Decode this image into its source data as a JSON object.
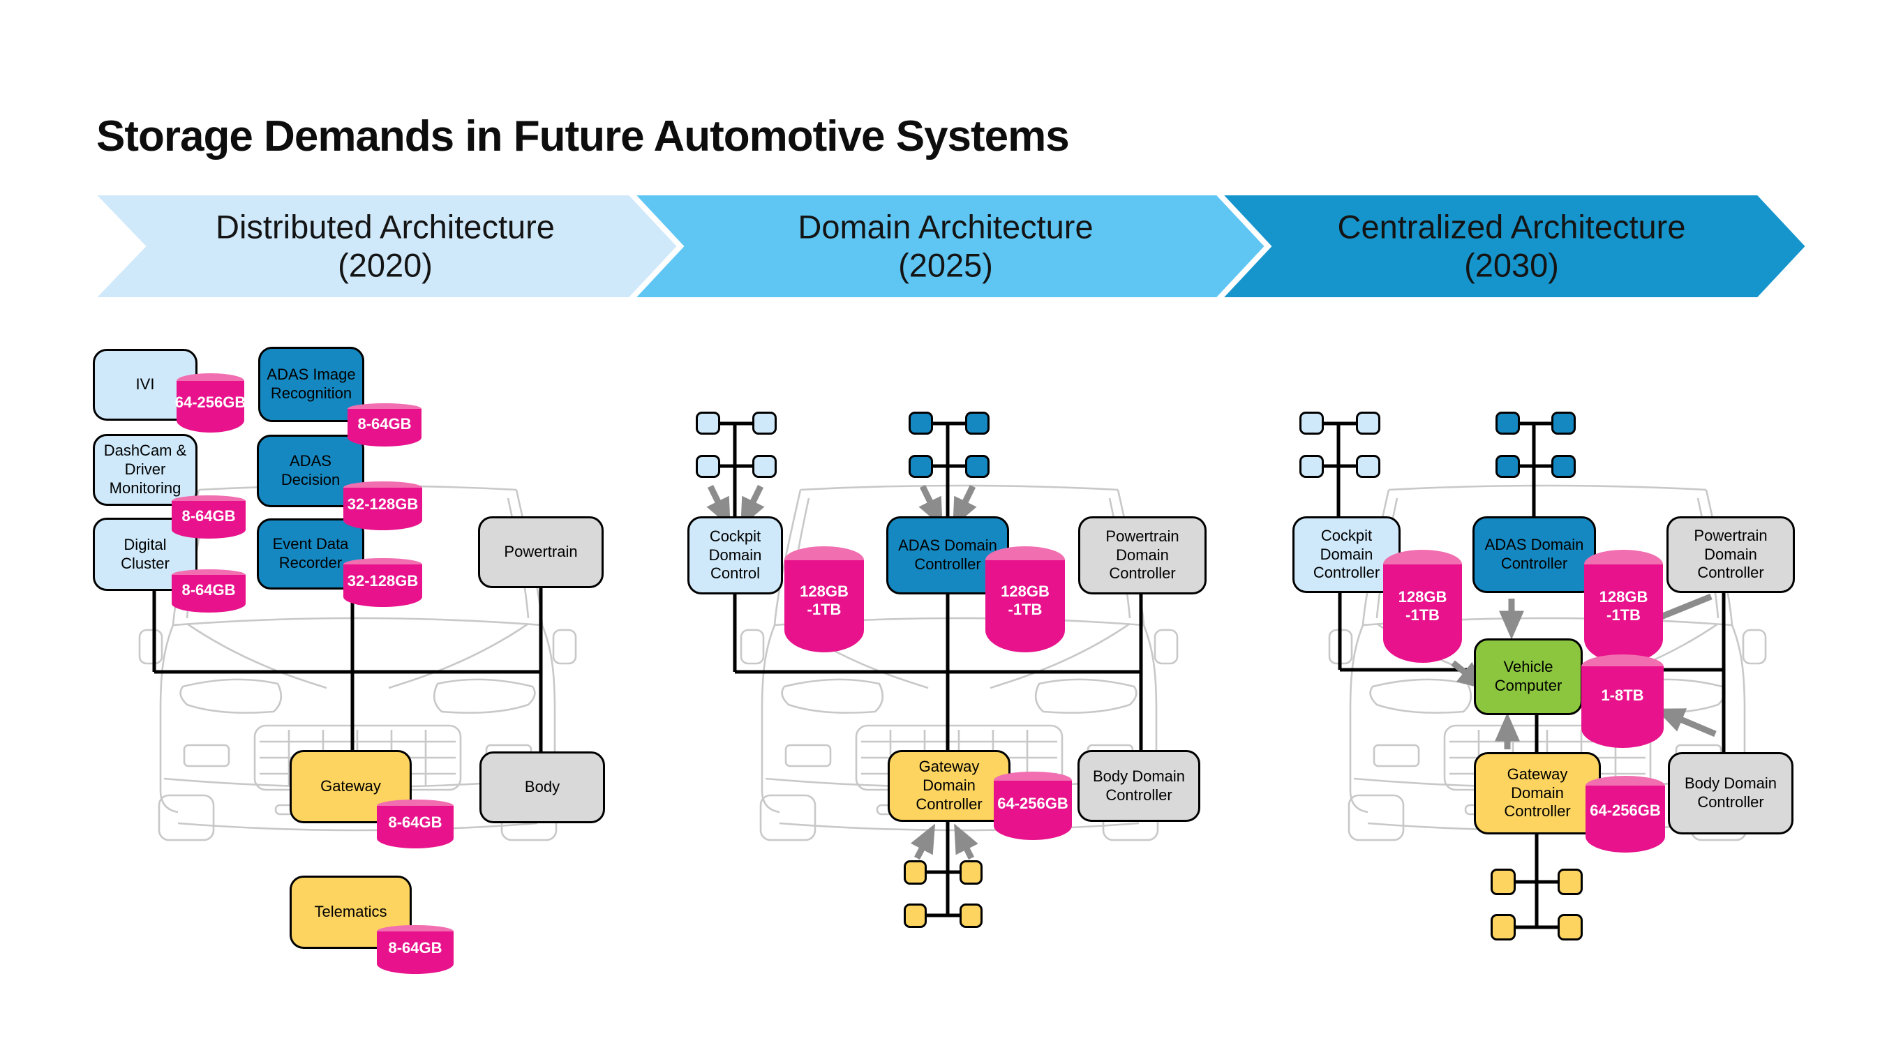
{
  "title": "Storage Demands in Future Automotive Systems",
  "phases": [
    {
      "label": "Distributed Architecture",
      "year": "(2020)"
    },
    {
      "label": "Domain Architecture",
      "year": "(2025)"
    },
    {
      "label": "Centralized Architecture",
      "year": "(2030)"
    }
  ],
  "panels": {
    "distributed": {
      "ivi": {
        "label": "IVI",
        "storage": "64-256GB"
      },
      "adas_image": {
        "label": "ADAS Image Recognition",
        "storage": "8-64GB"
      },
      "dashcam": {
        "label": "DashCam & Driver Monitoring",
        "storage": "8-64GB"
      },
      "adas_decision": {
        "label": "ADAS Decision",
        "storage": "32-128GB"
      },
      "digital_cluster": {
        "label": "Digital Cluster",
        "storage": "8-64GB"
      },
      "edr": {
        "label": "Event Data Recorder",
        "storage": "32-128GB"
      },
      "powertrain": {
        "label": "Powertrain"
      },
      "gateway": {
        "label": "Gateway",
        "storage": "8-64GB"
      },
      "body": {
        "label": "Body"
      },
      "telematics": {
        "label": "Telematics",
        "storage": "8-64GB"
      }
    },
    "domain": {
      "cockpit": {
        "label": "Cockpit Domain Control",
        "storage": "128GB\n-1TB"
      },
      "adas": {
        "label": "ADAS Domain Controller",
        "storage": "128GB\n-1TB"
      },
      "powertrain": {
        "label": "Powertrain Domain Controller"
      },
      "gateway": {
        "label": "Gateway Domain Controller",
        "storage": "64-256GB"
      },
      "body": {
        "label": "Body Domain Controller"
      }
    },
    "centralized": {
      "cockpit": {
        "label": "Cockpit Domain Controller",
        "storage": "128GB\n-1TB"
      },
      "adas": {
        "label": "ADAS Domain Controller",
        "storage": "128GB\n-1TB"
      },
      "powertrain": {
        "label": "Powertrain Domain Controller"
      },
      "vehicle_computer": {
        "label": "Vehicle Computer",
        "storage": "1-8TB"
      },
      "gateway": {
        "label": "Gateway Domain Controller",
        "storage": "64-256GB"
      },
      "body": {
        "label": "Body Domain Controller"
      }
    }
  },
  "colors": {
    "phase_2020": "#cfe9fa",
    "phase_2025": "#5fc6f4",
    "phase_2030": "#1695cd",
    "ecu_light_blue": "#cfe9fa",
    "ecu_dark_blue": "#1588c2",
    "ecu_gray": "#d9d9d9",
    "ecu_yellow": "#fcd45f",
    "ecu_green": "#8cc63f",
    "storage_pink": "#e8138c",
    "storage_pink_top": "#f16eb0",
    "arrow_gray": "#8c8c8c"
  }
}
